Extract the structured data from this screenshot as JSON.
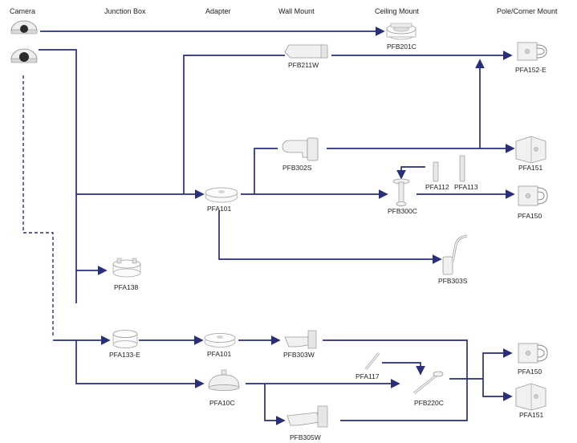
{
  "headers": {
    "camera": "Camera",
    "junction_box": "Junction Box",
    "adapter": "Adapter",
    "wall_mount": "Wall Mount",
    "ceiling_mount": "Ceiling Mount",
    "pole_corner_mount": "Pole/Corner Mount"
  },
  "labels": {
    "pfb201c": "PFB201C",
    "pfb211w": "PFB211W",
    "pfa152e": "PFA152-E",
    "pfb302s": "PFB302S",
    "pfa151_top": "PFA151",
    "pfa112": "PFA112",
    "pfa113": "PFA113",
    "pfa101_top": "PFA101",
    "pfb300c": "PFB300C",
    "pfa150_top": "PFA150",
    "pfb303s": "PFB303S",
    "pfa138": "PFA138",
    "pfa133e": "PFA133-E",
    "pfa101_bottom": "PFA101",
    "pfb303w": "PFB303W",
    "pfa117": "PFA117",
    "pfa150_bottom": "PFA150",
    "pfa10c": "PFA10C",
    "pfb220c": "PFB220C",
    "pfa151_bottom": "PFA151",
    "pfb305w": "PFB305W"
  },
  "colors": {
    "connector": "#2a2f7a",
    "device": "#f1f1f1"
  }
}
